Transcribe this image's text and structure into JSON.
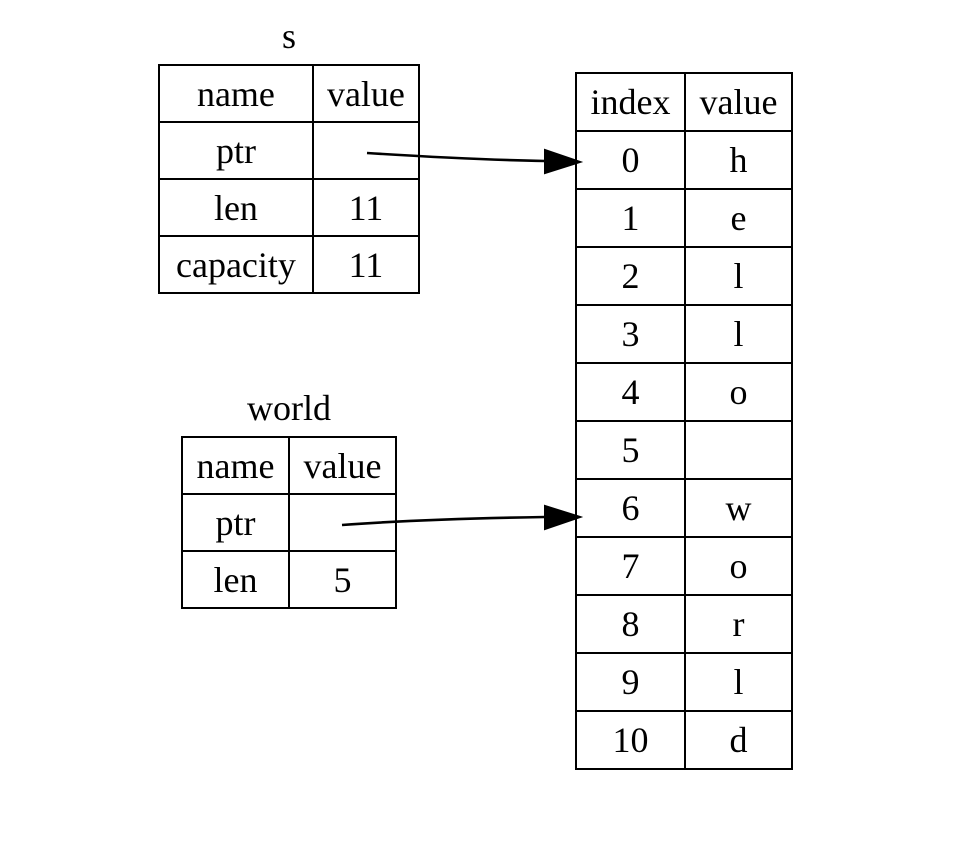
{
  "s": {
    "label": "s",
    "header": [
      "name",
      "value"
    ],
    "rows": [
      {
        "name": "ptr",
        "value": ""
      },
      {
        "name": "len",
        "value": "11"
      },
      {
        "name": "capacity",
        "value": "11"
      }
    ]
  },
  "world": {
    "label": "world",
    "header": [
      "name",
      "value"
    ],
    "rows": [
      {
        "name": "ptr",
        "value": ""
      },
      {
        "name": "len",
        "value": "5"
      }
    ]
  },
  "heap": {
    "header": [
      "index",
      "value"
    ],
    "rows": [
      {
        "index": "0",
        "value": "h"
      },
      {
        "index": "1",
        "value": "e"
      },
      {
        "index": "2",
        "value": "l"
      },
      {
        "index": "3",
        "value": "l"
      },
      {
        "index": "4",
        "value": "o"
      },
      {
        "index": "5",
        "value": ""
      },
      {
        "index": "6",
        "value": "w"
      },
      {
        "index": "7",
        "value": "o"
      },
      {
        "index": "8",
        "value": "r"
      },
      {
        "index": "9",
        "value": "l"
      },
      {
        "index": "10",
        "value": "d"
      }
    ]
  },
  "pointers": [
    {
      "from": "s.ptr",
      "to": "heap.0"
    },
    {
      "from": "world.ptr",
      "to": "heap.6"
    }
  ]
}
